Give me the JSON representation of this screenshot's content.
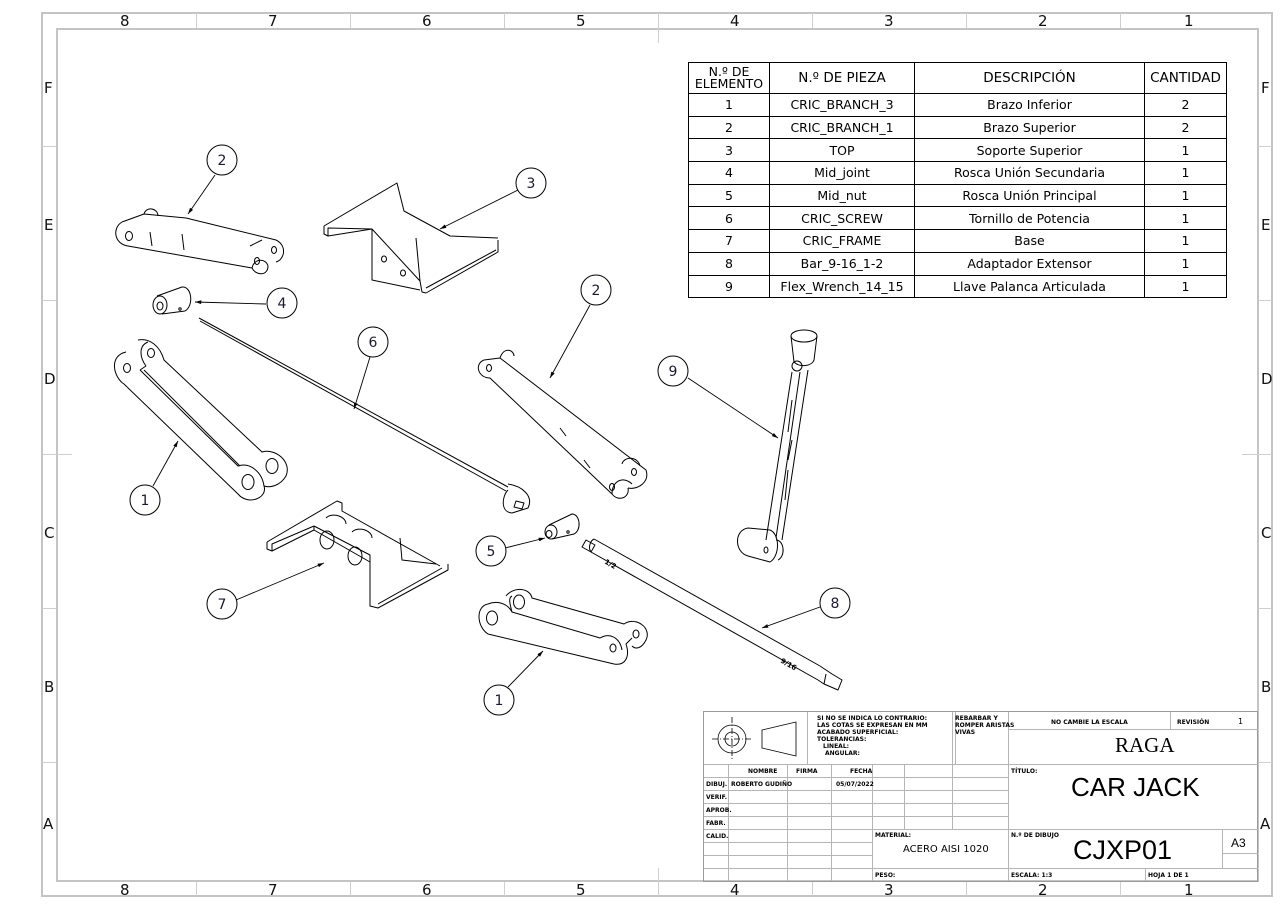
{
  "zones": {
    "columns": [
      "8",
      "7",
      "6",
      "5",
      "4",
      "3",
      "2",
      "1"
    ],
    "rows": [
      "F",
      "E",
      "D",
      "C",
      "B",
      "A"
    ]
  },
  "bom": {
    "headers": {
      "item_no_line1": "N.º DE",
      "item_no_line2": "ELEMENTO",
      "part_no": "N.º DE PIEZA",
      "description": "DESCRIPCIÓN",
      "qty": "CANTIDAD"
    },
    "rows": [
      {
        "item": "1",
        "part": "CRIC_BRANCH_3",
        "description": "Brazo Inferior",
        "qty": "2"
      },
      {
        "item": "2",
        "part": "CRIC_BRANCH_1",
        "description": "Brazo Superior",
        "qty": "2"
      },
      {
        "item": "3",
        "part": "TOP",
        "description": "Soporte Superior",
        "qty": "1"
      },
      {
        "item": "4",
        "part": "Mid_joint",
        "description": "Rosca Unión Secundaria",
        "qty": "1"
      },
      {
        "item": "5",
        "part": "Mid_nut",
        "description": "Rosca Unión Principal",
        "qty": "1"
      },
      {
        "item": "6",
        "part": "CRIC_SCREW",
        "description": "Tornillo de Potencia",
        "qty": "1"
      },
      {
        "item": "7",
        "part": "CRIC_FRAME",
        "description": "Base",
        "qty": "1"
      },
      {
        "item": "8",
        "part": "Bar_9-16_1-2",
        "description": "Adaptador Extensor",
        "qty": "1"
      },
      {
        "item": "9",
        "part": "Flex_Wrench_14_15",
        "description": "Llave Palanca Articulada",
        "qty": "1"
      }
    ]
  },
  "balloons": [
    {
      "id": "b2a",
      "label": "2"
    },
    {
      "id": "b3",
      "label": "3"
    },
    {
      "id": "b4",
      "label": "4"
    },
    {
      "id": "b6",
      "label": "6"
    },
    {
      "id": "b2b",
      "label": "2"
    },
    {
      "id": "b9",
      "label": "9"
    },
    {
      "id": "b1a",
      "label": "1"
    },
    {
      "id": "b5",
      "label": "5"
    },
    {
      "id": "b7",
      "label": "7"
    },
    {
      "id": "b8",
      "label": "8"
    },
    {
      "id": "b1b",
      "label": "1"
    }
  ],
  "part_markings": {
    "bar_end_a": "1/2",
    "bar_end_b": "9/16"
  },
  "title_block": {
    "notes": [
      "SI NO SE INDICA LO CONTRARIO:",
      "LAS COTAS SE EXPRESAN EN MM",
      "ACABADO SUPERFICIAL:",
      "TOLERANCIAS:",
      "LINEAL:",
      "ANGULAR:"
    ],
    "edge_note": [
      "REBARBAR Y",
      "ROMPER ARISTAS",
      "VIVAS"
    ],
    "no_scale": "NO CAMBIE LA ESCALA",
    "revision_label": "REVISIÓN",
    "revision_value": "1",
    "company": "RAGA",
    "title_label": "TÍTULO:",
    "title": "CAR JACK",
    "columns": {
      "name": "NOMBRE",
      "signature": "FIRMA",
      "date": "FECHA"
    },
    "roles": [
      "DIBUJ.",
      "VERIF.",
      "APROB.",
      "FABR.",
      "CALID."
    ],
    "drawn_by": "ROBERTO GUDIÑO",
    "drawn_date": "05/07/2022",
    "material_label": "MATERIAL:",
    "material": "ACERO AISI 1020",
    "weight_label": "PESO:",
    "drawing_no_label": "N.º DE DIBUJO",
    "drawing_no": "CJXP01",
    "sheet_size": "A3",
    "scale": "ESCALA: 1:3",
    "sheet": "HOJA 1 DE 1"
  }
}
